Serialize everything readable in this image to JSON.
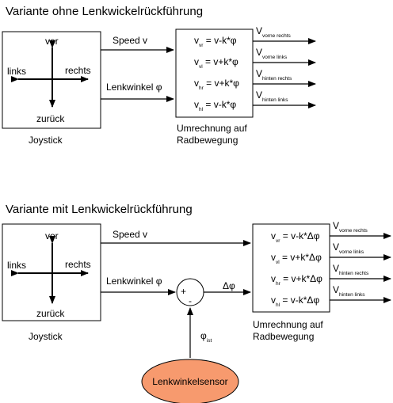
{
  "top": {
    "title": "Variante ohne Lenkwickelrückführung",
    "joystick": {
      "vor": "vor",
      "links": "links",
      "rechts": "rechts",
      "zurueck": "zurück",
      "caption": "Joystick"
    },
    "speed_label": "Speed v",
    "angle_label": "Lenkwinkel φ",
    "equations": [
      {
        "var": "v",
        "sub": "vr",
        "rhs": " = v-k*φ"
      },
      {
        "var": "v",
        "sub": "vl",
        "rhs": " = v+k*φ"
      },
      {
        "var": "v",
        "sub": "hr",
        "rhs": " = v+k*φ"
      },
      {
        "var": "v",
        "sub": "hl",
        "rhs": " = v-k*φ"
      }
    ],
    "caption_line1": "Umrechnung auf",
    "caption_line2": "Radbewegung",
    "outputs": [
      {
        "var": "V",
        "sub": "vorne rechts"
      },
      {
        "var": "V",
        "sub": "vorne links"
      },
      {
        "var": "V",
        "sub": "hinten rechts"
      },
      {
        "var": "V",
        "sub": "hinten links"
      }
    ]
  },
  "bottom": {
    "title": "Variante mit Lenkwickelrückführung",
    "joystick": {
      "vor": "vor",
      "links": "links",
      "rechts": "rechts",
      "zurueck": "zurück",
      "caption": "Joystick"
    },
    "speed_label": "Speed v",
    "angle_label": "Lenkwinkel φ",
    "sum_plus": "+",
    "sum_minus": "-",
    "delta_label": "Δφ",
    "feedback": {
      "var": "φ",
      "sub": "ist"
    },
    "equations": [
      {
        "var": "v",
        "sub": "vr",
        "rhs": " = v-k*Δφ"
      },
      {
        "var": "v",
        "sub": "vl",
        "rhs": " = v+k*Δφ"
      },
      {
        "var": "v",
        "sub": "hr",
        "rhs": " = v+k*Δφ"
      },
      {
        "var": "v",
        "sub": "hl",
        "rhs": " = v-k*Δφ"
      }
    ],
    "caption_line1": "Umrechnung auf",
    "caption_line2": "Radbewegung",
    "outputs": [
      {
        "var": "V",
        "sub": "vorne rechts"
      },
      {
        "var": "V",
        "sub": "vorne links"
      },
      {
        "var": "V",
        "sub": "hinten rechts"
      },
      {
        "var": "V",
        "sub": "hinten links"
      }
    ],
    "sensor_label": "Lenkwinkelsensor",
    "sensor_color": "#f79a6e"
  }
}
